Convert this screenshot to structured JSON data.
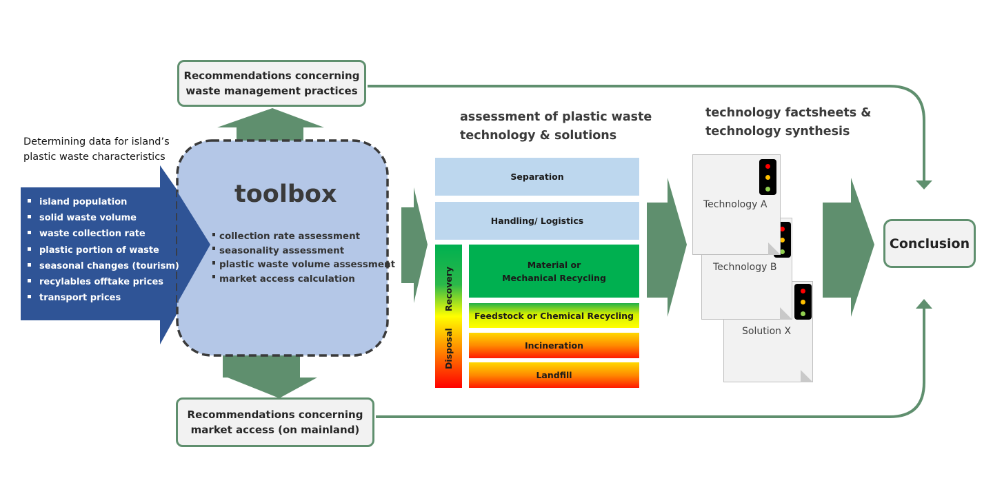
{
  "colors": {
    "arrow_green": "#5f8f6e",
    "input_blue": "#2f5496",
    "toolbox_fill": "#b4c7e7",
    "tier_light_blue": "#bdd7ee",
    "tier_green": "#00b050",
    "box_fill": "#f2f2f2"
  },
  "recommendations": {
    "top": "Recommendations concerning waste management practices",
    "top_line1": "Recommendations concerning",
    "top_line2": "waste management practices",
    "bottom_line1": "Recommendations concerning",
    "bottom_line2": "market access (on mainland)"
  },
  "inputs": {
    "title_line1": "Determining data for island’s",
    "title_line2": "plastic waste characteristics",
    "items": [
      "island population",
      "solid waste volume",
      "waste collection rate",
      "plastic portion of waste",
      "seasonal changes (tourism)",
      "recylables offtake prices",
      "transport prices"
    ]
  },
  "toolbox": {
    "title": "toolbox",
    "items": [
      "collection rate assessment",
      "seasonality assessment",
      "plastic waste volume assessment",
      "market access calculation"
    ]
  },
  "assessment": {
    "title_line1": "assessment of plastic waste",
    "title_line2": "technology & solutions",
    "tiers": {
      "separation": "Separation",
      "handling": "Handling/ Logistics",
      "material_line1": "Material or",
      "material_line2": "Mechanical Recycling",
      "feedstock": "Feedstock or Chemical Recycling",
      "incineration": "Incineration",
      "landfill": "Landfill"
    },
    "side_labels": {
      "recovery": "Recovery",
      "disposal": "Disposal"
    }
  },
  "factsheets": {
    "title_line1": "technology factsheets &",
    "title_line2": "technology synthesis",
    "sheets": [
      "Technology A",
      "Technology B",
      "Solution X"
    ],
    "traffic_light_colors": [
      "#ff0000",
      "#ffc000",
      "#92d050"
    ]
  },
  "conclusion": {
    "label": "Conclusion"
  }
}
